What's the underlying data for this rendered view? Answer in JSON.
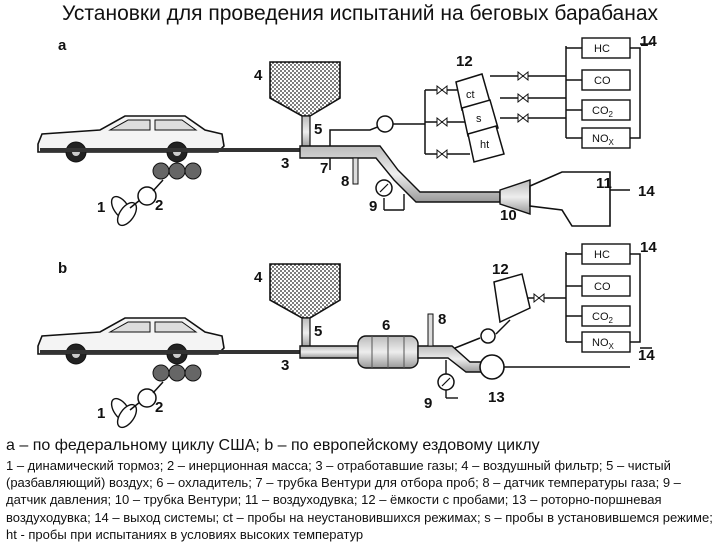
{
  "title": "Установки для проведения испытаний на беговых барабанах",
  "panel_a": {
    "letter": "а",
    "gas_boxes": [
      "HC",
      "CO",
      "CO",
      "NO"
    ],
    "gas_subs": [
      "",
      "",
      "2",
      "X"
    ],
    "bag_labels": [
      "ct",
      "s",
      "ht"
    ],
    "numbers": {
      "n1": "1",
      "n2": "2",
      "n3": "3",
      "n4": "4",
      "n5": "5",
      "n7": "7",
      "n8": "8",
      "n9": "9",
      "n10": "10",
      "n11": "11",
      "n12": "12",
      "n14a": "14",
      "n14b": "14"
    }
  },
  "panel_b": {
    "letter": "b",
    "gas_boxes": [
      "HC",
      "CO",
      "CO",
      "NO"
    ],
    "gas_subs": [
      "",
      "",
      "2",
      "X"
    ],
    "numbers": {
      "n1": "1",
      "n2": "2",
      "n3": "3",
      "n4": "4",
      "n5": "5",
      "n6": "6",
      "n8": "8",
      "n9": "9",
      "n12": "12",
      "n13": "13",
      "n14a": "14",
      "n14b": "14"
    }
  },
  "caption": {
    "main": "а – по федеральному циклу США; b – по европейскому ездовому циклу",
    "legend": "1 – динамический тормоз; 2 – инерционная масса; 3 – отработавшие газы; 4 – воздушный фильтр; 5 – чистый (разбавляющий) воздух; 6 – охладитель; 7 – трубка Вентури для отбора проб; 8 – датчик температуры газа; 9 – датчик давления; 10 – трубка Вентури; 11 – воздуходувка; 12 – ёмкости с пробами; 13 – роторно-поршневая воздуходувка; 14 – выход системы; ct – пробы на неустановившихся режимах; s – пробы в установившемся режиме; ht - пробы при испытаниях в условиях высоких температур"
  }
}
